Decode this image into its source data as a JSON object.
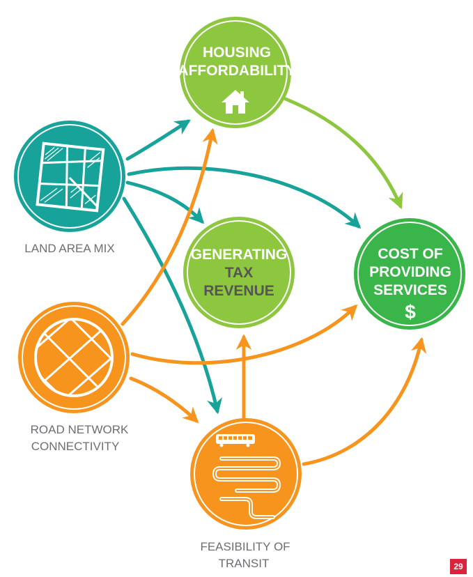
{
  "colors": {
    "teal": "#17a39a",
    "green_light": "#8dc63f",
    "green_dark": "#39b54a",
    "orange": "#f7941d",
    "gray_text": "#6d6e71",
    "badge": "#d9243c"
  },
  "nodes": {
    "housing": {
      "title_line1": "HOUSING",
      "title_line2": "AFFORDABILITY",
      "icon": "house-icon"
    },
    "land": {
      "label": "LAND AREA MIX",
      "icon": "map-grid-icon"
    },
    "tax": {
      "title_line1": "GENERATING",
      "title_line2": "TAX",
      "title_line3": "REVENUE"
    },
    "cost": {
      "title_line1": "COST OF",
      "title_line2": "PROVIDING",
      "title_line3": "SERVICES",
      "symbol": "$"
    },
    "road": {
      "label_line1": "ROAD NETWORK",
      "label_line2": "CONNECTIVITY",
      "icon": "road-grid-icon"
    },
    "transit": {
      "label_line1": "FEASIBILITY OF",
      "label_line2": "TRANSIT",
      "icon": "bus-route-icon"
    }
  },
  "page_number": "29"
}
